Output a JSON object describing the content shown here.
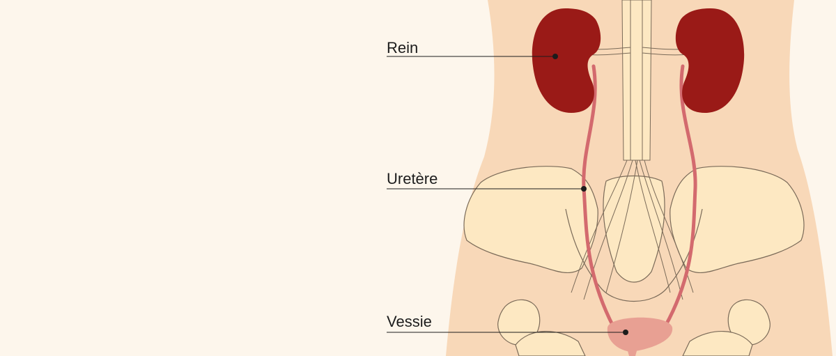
{
  "labels": {
    "kidney": "Rein",
    "ureter": "Uretère",
    "bladder": "Vessie"
  },
  "colors": {
    "background": "#fdf6ec",
    "skin": "#f8d8b8",
    "bone": "#fde8c2",
    "bone_outline": "#7a6a58",
    "kidney": "#9a1a17",
    "ureter": "#d36a6e",
    "bladder": "#e8a093",
    "leader": "#1c1c1c"
  }
}
